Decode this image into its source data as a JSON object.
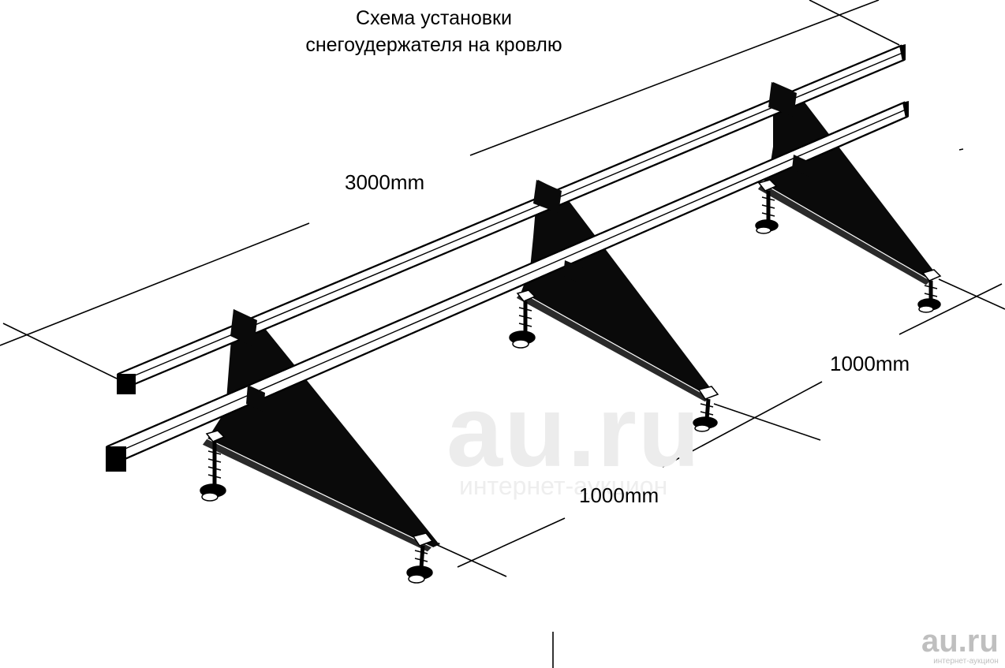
{
  "title": {
    "line1": "Схема установки",
    "line2": "снегоудержателя на кровлю"
  },
  "dimensions": {
    "length": "3000mm",
    "span_a": "1000mm",
    "span_b": "1000mm"
  },
  "watermark": {
    "text": "au.ru",
    "subtext": "интернет-аукцион"
  },
  "logo": {
    "text": "au.ru",
    "subtext": "интернет-аукцион"
  },
  "colors": {
    "ink": "#000000",
    "background": "#ffffff",
    "watermark": "#ececec",
    "logo": "#bfbfbf"
  }
}
